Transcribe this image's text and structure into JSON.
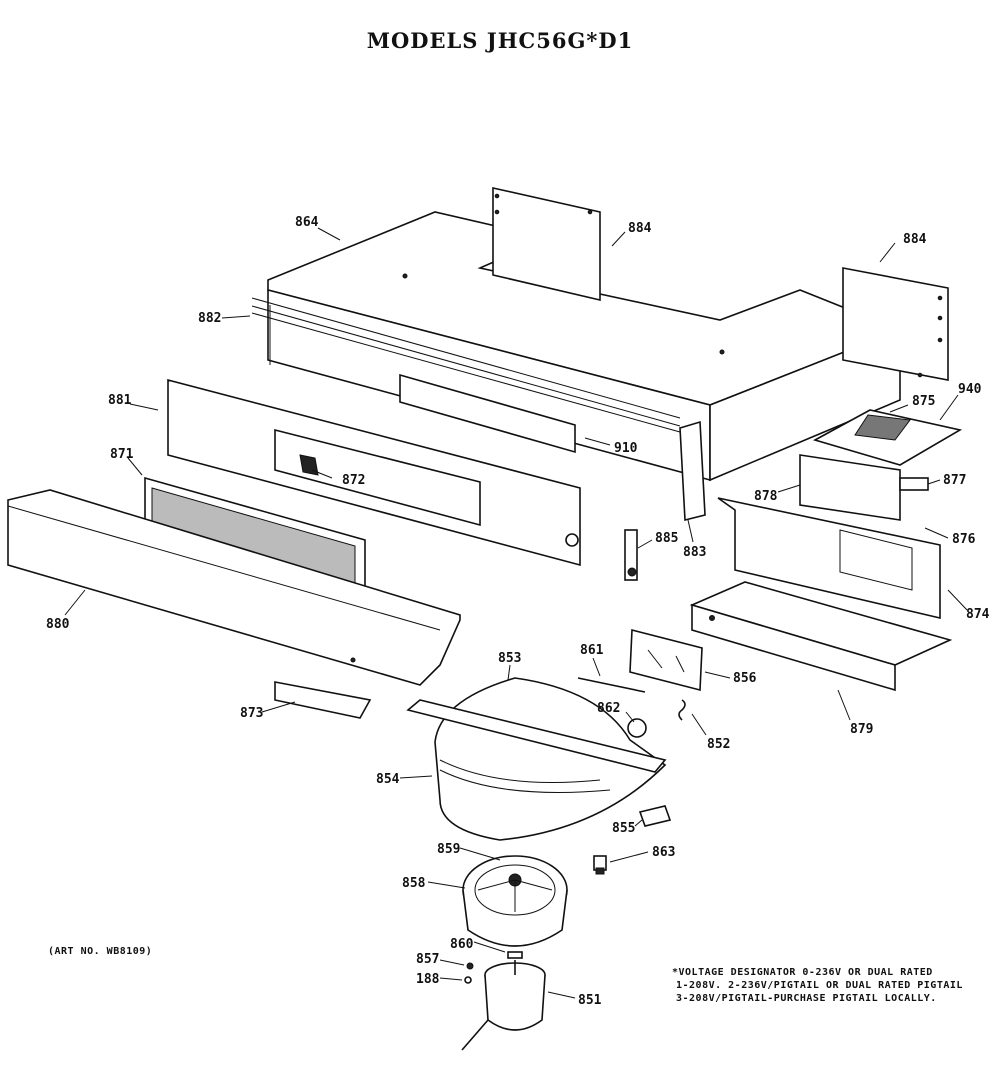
{
  "title": "MODELS JHC56G*D1",
  "art_no": "(ART NO. WB8109)",
  "voltage_note": [
    "*VOLTAGE DESIGNATOR 0-236V OR DUAL RATED",
    "1-208V. 2-236V/PIGTAIL OR DUAL RATED PIGTAIL",
    "3-208V/PIGTAIL-PURCHASE PIGTAIL LOCALLY."
  ],
  "callouts": {
    "c864": "864",
    "c884a": "884",
    "c884b": "884",
    "c882": "882",
    "c881": "881",
    "c871": "871",
    "c872": "872",
    "c910": "910",
    "c875": "875",
    "c940": "940",
    "c877": "877",
    "c878": "878",
    "c876": "876",
    "c874": "874",
    "c885": "885",
    "c883": "883",
    "c880": "880",
    "c873": "873",
    "c853": "853",
    "c861": "861",
    "c856": "856",
    "c862": "862",
    "c852": "852",
    "c879": "879",
    "c854": "854",
    "c855": "855",
    "c859": "859",
    "c863": "863",
    "c858": "858",
    "c860": "860",
    "c857": "857",
    "c188": "188",
    "c851": "851"
  }
}
